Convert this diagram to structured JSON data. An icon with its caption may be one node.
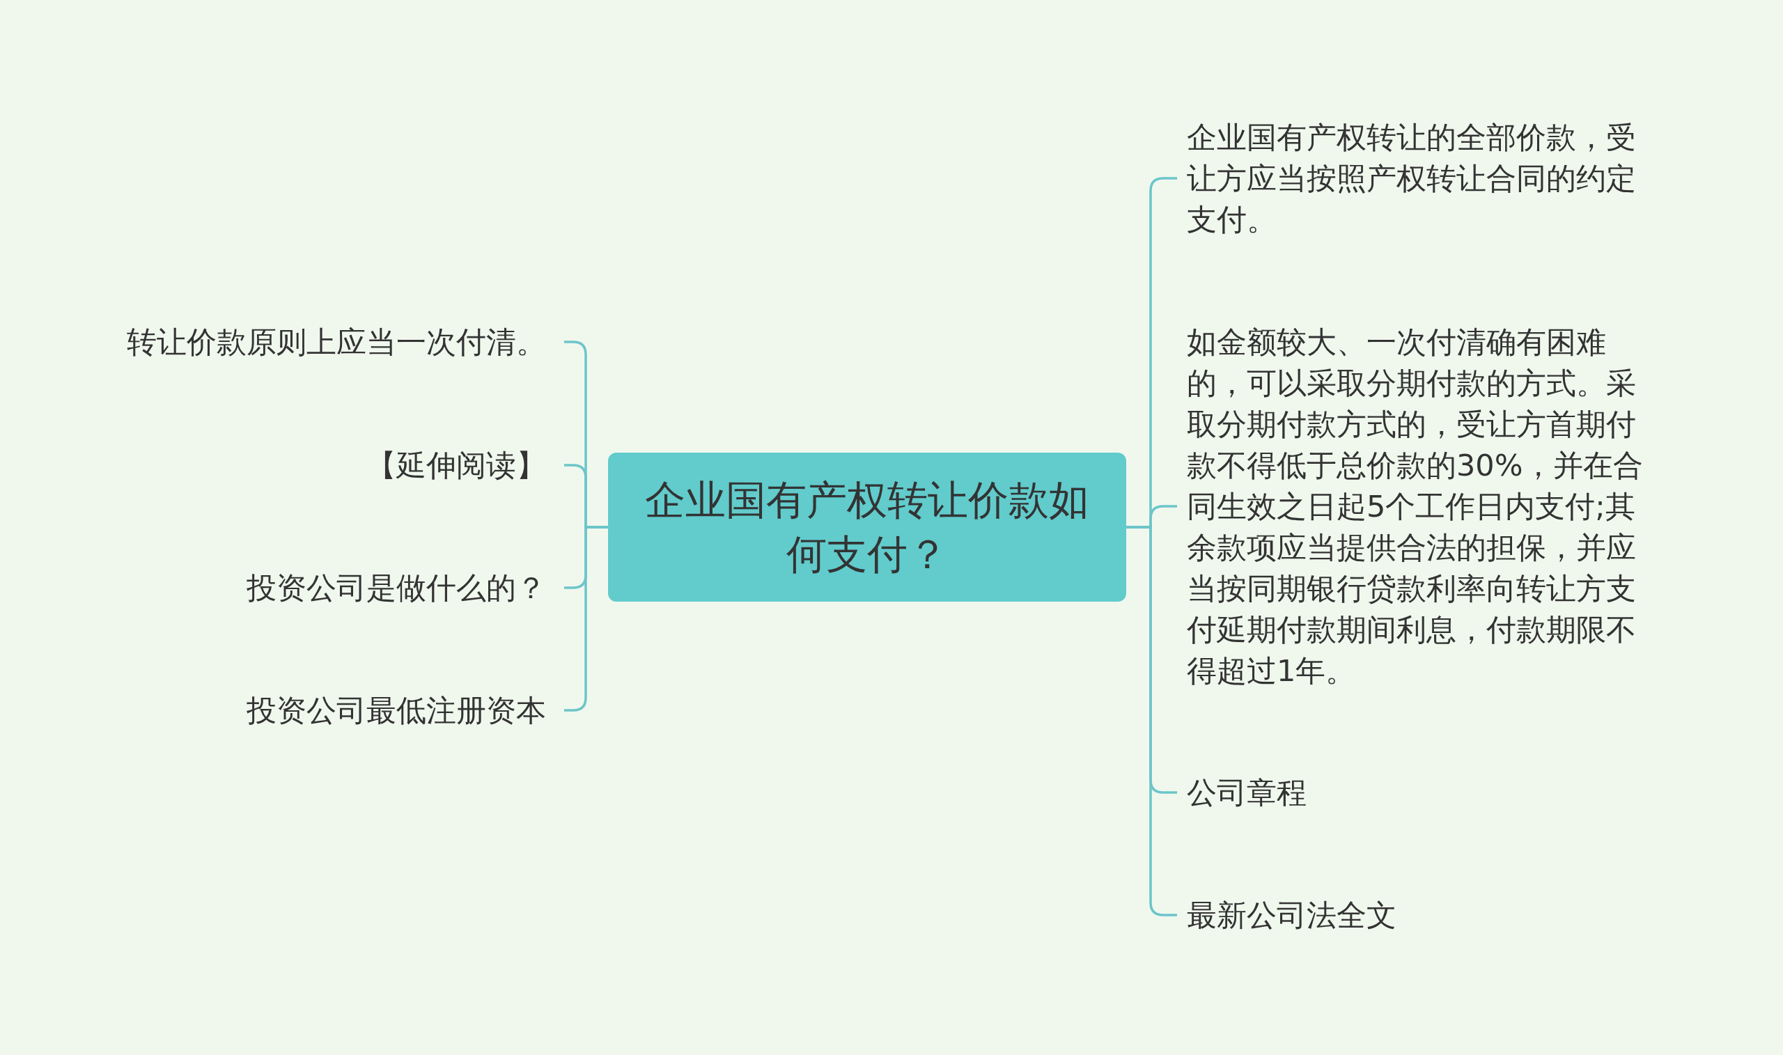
{
  "diagram": {
    "nodes": [
      {
        "text": [
          "企业国有产权转让价款如何支付？"
        ]
      },
      {
        "text": [
          "转让价款原则上应当一次付清。"
        ]
      },
      {
        "text": [
          "【延伸阅读】"
        ]
      },
      {
        "text": [
          "投资公司是做什么的？"
        ]
      },
      {
        "text": [
          "投资公司最低注册资本"
        ]
      },
      {
        "text": [
          "企业国有产权转让的全部价款，受让方应当按照产权转让合同的约定支付。"
        ]
      },
      {
        "text": [
          "如金额较大、一次付清确有困难的，可以采取分期付款的方式。采取分期付款方式的，受让方首期付款不得低于总价款的30%，并在合同生效之日起5个工作日内支付;其余款项应当提供合法的担保，并应当按同期银行贷款利率向转让方支付延期付款期间利息，付款期限不得超过1年。"
        ]
      },
      {
        "text": [
          "公司章程"
        ]
      },
      {
        "text": [
          "最新公司法全文"
        ]
      }
    ],
    "edges": [
      {
        "from": 0,
        "to": 1,
        "arrow": "none"
      },
      {
        "from": 0,
        "to": 2,
        "arrow": "none"
      },
      {
        "from": 0,
        "to": 3,
        "arrow": "none"
      },
      {
        "from": 0,
        "to": 4,
        "arrow": "none"
      },
      {
        "from": 0,
        "to": 5,
        "arrow": "none"
      },
      {
        "from": 0,
        "to": 6,
        "arrow": "none"
      },
      {
        "from": 0,
        "to": 7,
        "arrow": "none"
      },
      {
        "from": 0,
        "to": 8,
        "arrow": "none"
      }
    ]
  }
}
